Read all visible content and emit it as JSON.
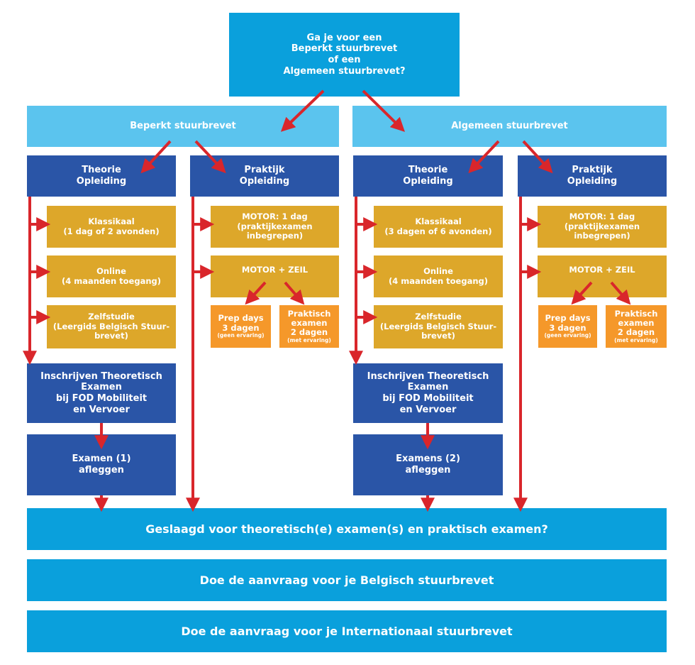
{
  "top_question": {
    "lines": [
      "Ga je voor een",
      "Beperkt stuurbrevet",
      "of een",
      "Algemeen stuurbrevet?"
    ]
  },
  "left": {
    "title": "Beperkt stuurbrevet",
    "theorie": [
      "Theorie",
      "Opleiding"
    ],
    "praktijk": [
      "Praktijk",
      "Opleiding"
    ],
    "klassikaal": [
      "Klassikaal",
      "(1 dag of 2 avonden)"
    ],
    "online": [
      "Online",
      "(4 maanden toegang)"
    ],
    "zelfstudie": [
      "Zelfstudie",
      "(Leergids Belgisch Stuur-",
      "brevet)"
    ],
    "motor1": [
      "MOTOR: 1 dag",
      "(praktijkexamen",
      "inbegrepen)"
    ],
    "motorzeil": "MOTOR + ZEIL",
    "prep": [
      "Prep days",
      "3 dagen",
      "(geen ervaring)"
    ],
    "praktisch": [
      "Praktisch",
      "examen",
      "2 dagen",
      "(met ervaring)"
    ],
    "inschrijven": [
      "Inschrijven Theoretisch",
      "Examen",
      "bij FOD Mobiliteit",
      "en Vervoer"
    ],
    "examen": [
      "Examen (1)",
      "afleggen"
    ]
  },
  "right": {
    "title": "Algemeen stuurbrevet",
    "theorie": [
      "Theorie",
      "Opleiding"
    ],
    "praktijk": [
      "Praktijk",
      "Opleiding"
    ],
    "klassikaal": [
      "Klassikaal",
      "(3 dagen of 6 avonden)"
    ],
    "online": [
      "Online",
      "(4 maanden toegang)"
    ],
    "zelfstudie": [
      "Zelfstudie",
      "(Leergids Belgisch Stuur-",
      "brevet)"
    ],
    "motor1": [
      "MOTOR: 1 dag",
      "(praktijkexamen",
      "inbegrepen)"
    ],
    "motorzeil": "MOTOR + ZEIL",
    "prep": [
      "Prep days",
      "3 dagen",
      "(geen ervaring)"
    ],
    "praktisch": [
      "Praktisch",
      "examen",
      "2 dagen",
      "(met ervaring)"
    ],
    "inschrijven": [
      "Inschrijven Theoretisch",
      "Examen",
      "bij FOD Mobiliteit",
      "en Vervoer"
    ],
    "examen": [
      "Examens (2)",
      "afleggen"
    ]
  },
  "geslaagd": "Geslaagd voor theoretisch(e) examen(s) en praktisch examen?",
  "belgisch": "Doe de aanvraag voor je Belgisch stuurbrevet",
  "internationaal": "Doe de aanvraag voor je Internationaal stuurbrevet",
  "colors": {
    "arrow": "#d9262b",
    "top": "#0aa0dc",
    "light": "#5bc4ee",
    "navy": "#2a55a7",
    "gold": "#dda72a",
    "orange": "#f5982a"
  }
}
